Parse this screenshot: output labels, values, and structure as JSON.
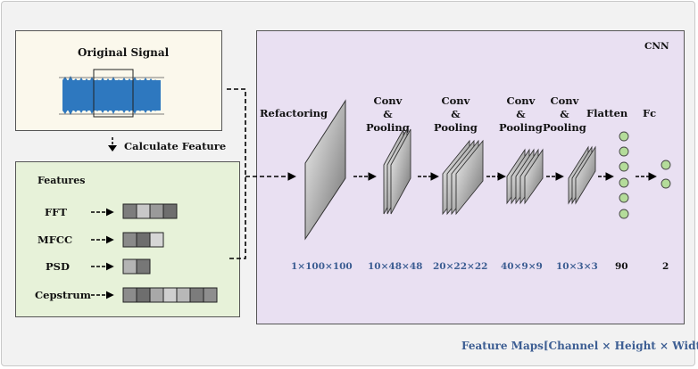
{
  "signal": {
    "title": "Original Signal"
  },
  "step": {
    "label": "Calculate Feature"
  },
  "features": {
    "title": "Features",
    "items": [
      {
        "name": "FFT",
        "cells": [
          "#7d7d7d",
          "#c8c8c8",
          "#9a9a9a",
          "#6e6e6e"
        ]
      },
      {
        "name": "MFCC",
        "cells": [
          "#8a8a8a",
          "#6e6e6e",
          "#d6d6d6"
        ]
      },
      {
        "name": "PSD",
        "cells": [
          "#b4b4b4",
          "#777777"
        ]
      },
      {
        "name": "Cepstrum",
        "cells": [
          "#8c8c8c",
          "#6e6e6e",
          "#a8a8a8",
          "#cfcfcf",
          "#b8b8b8",
          "#7c7c7c",
          "#8e8e8e"
        ]
      }
    ]
  },
  "cnn": {
    "title": "CNN",
    "stages": [
      {
        "name": "Refactoring",
        "dims": "1×100×100"
      },
      {
        "name": "Conv\n&\nPooling",
        "dims": "10×48×48"
      },
      {
        "name": "Conv\n&\nPooling",
        "dims": "20×22×22"
      },
      {
        "name": "Conv\n&\nPooling",
        "dims": "40×9×9"
      },
      {
        "name": "Conv\n&\nPooling",
        "dims": "10×3×3"
      },
      {
        "name": "Flatten",
        "dims": "90"
      },
      {
        "name": "Fc",
        "dims": "2"
      }
    ]
  },
  "footer": {
    "caption": "Feature Maps[Channel × Height × Width]"
  },
  "colors": {
    "signal_panel": "#fbf8ec",
    "feature_panel": "#e7f2d9",
    "cnn_panel": "#e9e0f2",
    "waveform": "#2e78bf",
    "neuron": "#b4dc9a",
    "caption": "#3d5e93"
  }
}
